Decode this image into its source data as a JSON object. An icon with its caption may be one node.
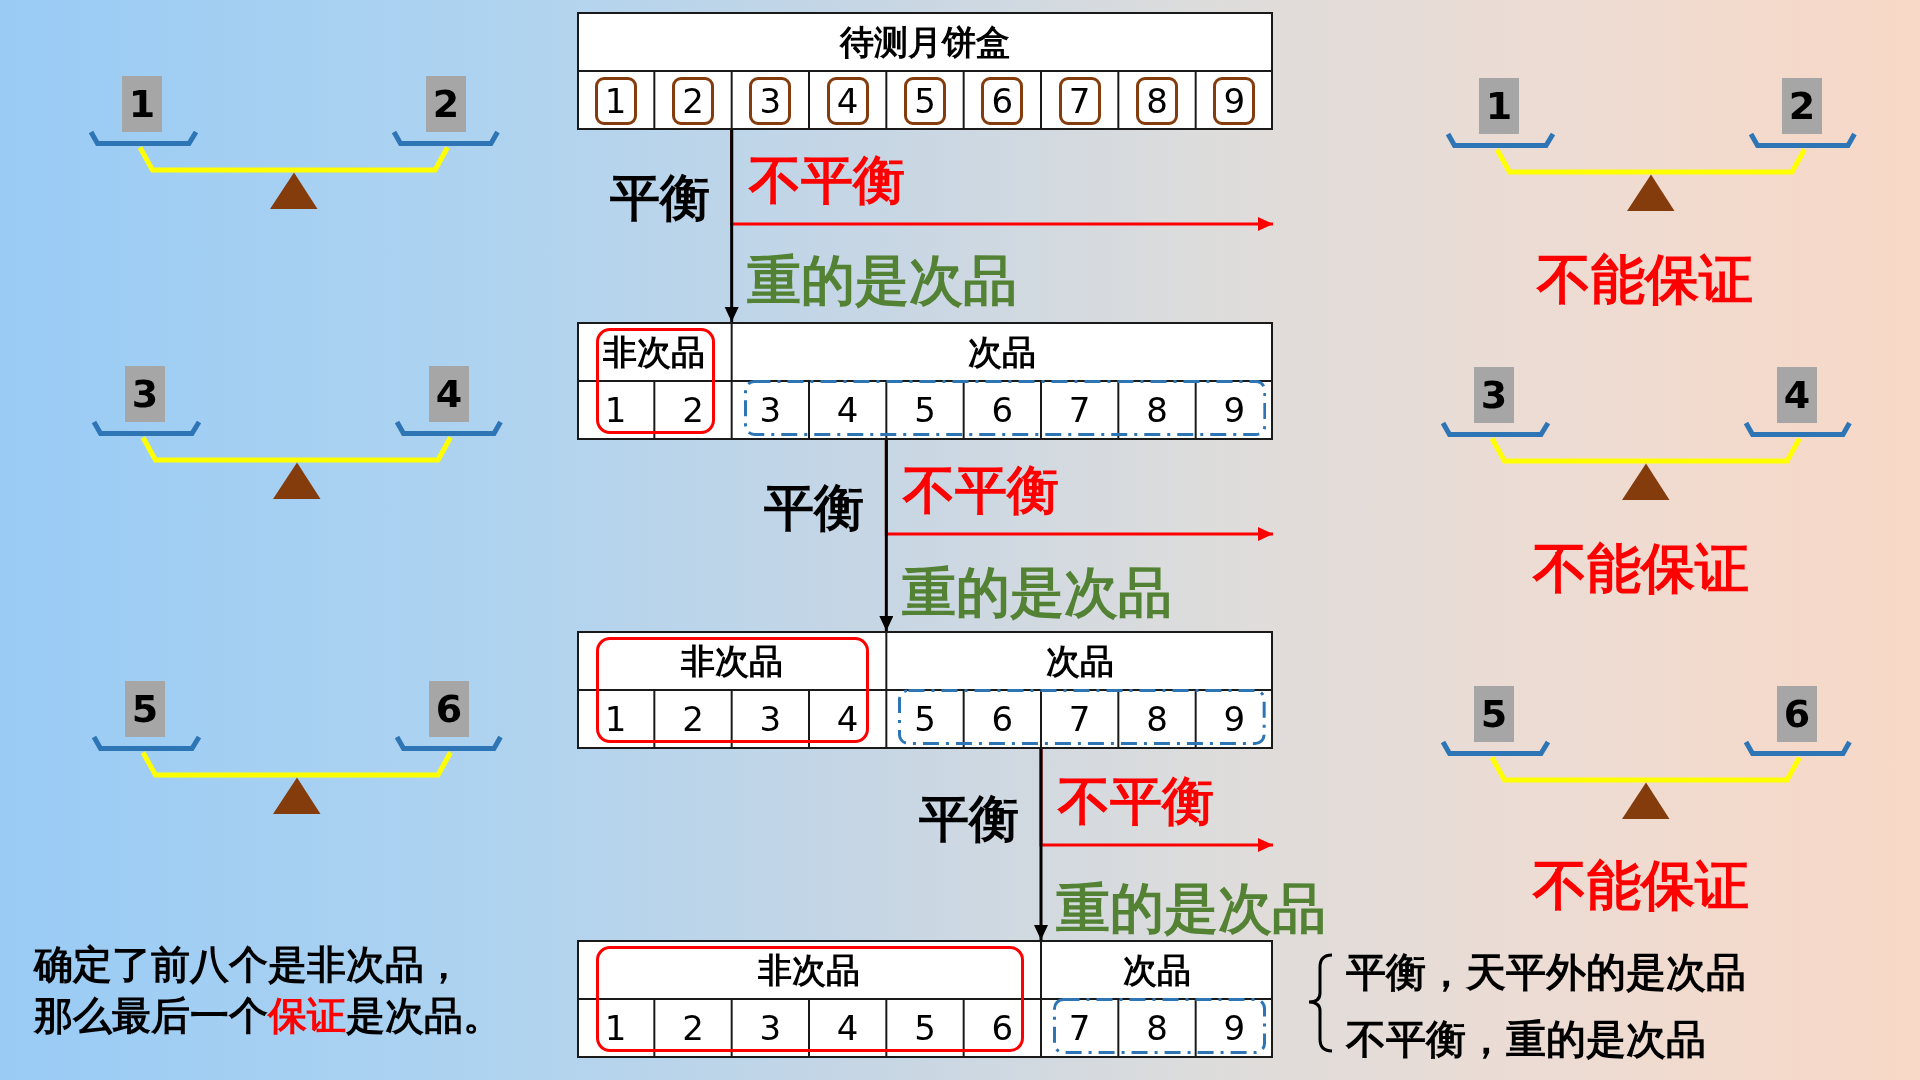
{
  "diagram": {
    "nodes": [
      {
        "text": [
          "1"
        ]
      },
      {
        "text": [
          "2"
        ]
      },
      {
        "text": [
          "待测月饼盒"
        ]
      },
      {
        "text": [
          "1"
        ],
        "in": 2
      },
      {
        "text": [
          "2"
        ],
        "in": 2
      },
      {
        "text": [
          "3"
        ],
        "in": 2
      },
      {
        "text": [
          "4"
        ],
        "in": 2
      },
      {
        "text": [
          "5"
        ],
        "in": 2
      },
      {
        "text": [
          "6"
        ],
        "in": 2
      },
      {
        "text": [
          "7"
        ],
        "in": 2
      },
      {
        "text": [
          "8"
        ],
        "in": 2
      },
      {
        "text": [
          "9"
        ],
        "in": 2
      },
      {
        "text": [
          "1"
        ]
      },
      {
        "text": [
          "2"
        ]
      },
      {
        "text": [
          "3"
        ]
      },
      {
        "text": [
          "4"
        ]
      },
      {
        "text": [
          "次品"
        ]
      },
      {
        "text": [
          "非次品",
          "1",
          "2"
        ],
        "in": 16
      },
      {
        "text": [
          "3",
          "4",
          "5",
          "6",
          "7",
          "8",
          "9"
        ],
        "in": 16
      },
      {
        "text": [
          "3"
        ]
      },
      {
        "text": [
          "4"
        ]
      },
      {
        "text": [
          "5"
        ]
      },
      {
        "text": [
          "6"
        ]
      },
      {
        "text": [
          "次品"
        ]
      },
      {
        "text": [
          "非次品",
          "1",
          "2",
          "3",
          "4"
        ],
        "in": 23
      },
      {
        "text": [
          "5",
          "6",
          "7",
          "8",
          "9"
        ],
        "in": 23
      },
      {
        "text": [
          "5"
        ]
      },
      {
        "text": [
          "6"
        ]
      },
      {
        "text": [
          "次品"
        ]
      },
      {
        "text": [
          "非次品",
          "1",
          "2",
          "3",
          "4",
          "5",
          "6"
        ],
        "in": 28
      },
      {
        "text": [
          "7",
          "8",
          "9"
        ],
        "in": 28
      }
    ],
    "edges": [
      {
        "from": 2,
        "to": 16,
        "arrow": "to",
        "label": "平衡"
      },
      {
        "from": 2,
        "to": null,
        "arrow": "to",
        "label": "不平衡",
        "color": "#ff0000"
      },
      {
        "from": 16,
        "to": 23,
        "arrow": "to",
        "label": "平衡"
      },
      {
        "from": 16,
        "to": null,
        "arrow": "to",
        "label": "不平衡",
        "color": "#ff0000"
      },
      {
        "from": 23,
        "to": 28,
        "arrow": "to",
        "label": "平衡"
      },
      {
        "from": 23,
        "to": null,
        "arrow": "to",
        "label": "不平衡",
        "color": "#ff0000"
      }
    ],
    "labels": [
      "重的是次品",
      "不能保证",
      "重的是次品",
      "不能保证",
      "重的是次品",
      "不能保证",
      "确定了前八个是非次品，那么最后一个**保证**是次品。",
      "平衡，天平外的是次品",
      "不平衡，重的是次品"
    ]
  }
}
